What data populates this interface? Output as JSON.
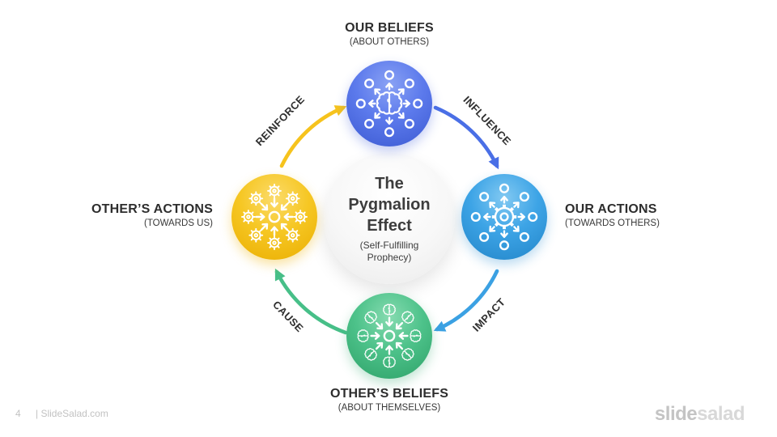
{
  "center": {
    "title": "The Pygmalion Effect",
    "subtitle": "(Self-Fulfilling Prophecy)"
  },
  "nodes": {
    "top": {
      "label": "OUR BELIEFS",
      "sublabel": "(ABOUT OTHERS)",
      "color": "#5c7aec",
      "icon": "brain-spread-out-icon"
    },
    "right": {
      "label": "OUR ACTIONS",
      "sublabel": "(TOWARDS OTHERS)",
      "color": "#3da4e6",
      "icon": "gear-spread-out-icon"
    },
    "bottom": {
      "label": "OTHER’S BELIEFS",
      "sublabel": "(ABOUT THEMSELVES)",
      "color": "#4dc28a",
      "icon": "brains-converge-icon"
    },
    "left": {
      "label": "OTHER’S ACTIONS",
      "sublabel": "(TOWARDS US)",
      "color": "#f6c724",
      "icon": "gears-converge-icon"
    }
  },
  "arrows": {
    "reinforce": {
      "label": "REINFORCE",
      "color": "#f6c31d"
    },
    "influence": {
      "label": "INFLUENCE",
      "color": "#4a6fe6"
    },
    "impact": {
      "label": "IMPACT",
      "color": "#3ba1e3"
    },
    "cause": {
      "label": "CAUSE",
      "color": "#47bf88"
    }
  },
  "footer": {
    "page_number": "4",
    "site_label": "| SlideSalad.com"
  },
  "logo": {
    "bold_part": "slide",
    "light_part": "salad"
  }
}
